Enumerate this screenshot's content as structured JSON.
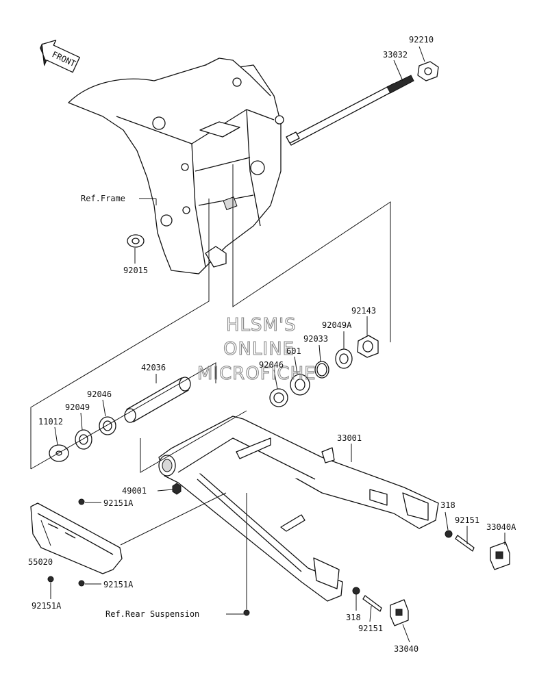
{
  "front_arrow": {
    "text": "FRONT"
  },
  "watermark": {
    "lines": [
      "HLSM'S",
      "ONLINE",
      "MICROFICHE"
    ]
  },
  "refs": {
    "frame": "Ref.Frame",
    "rear_suspension": "Ref.Rear Suspension"
  },
  "parts": {
    "p92210": "92210",
    "p33032": "33032",
    "p92015": "92015",
    "p92143": "92143",
    "p92049A": "92049A",
    "p92033": "92033",
    "p601": "601",
    "p92046_upper": "92046",
    "p42036": "42036",
    "p92046_lower": "92046",
    "p92049": "92049",
    "p11012": "11012",
    "p33001": "33001",
    "p49001": "49001",
    "p92151A_top": "92151A",
    "p55020": "55020",
    "p92151A_mid": "92151A",
    "p92151A_bottom": "92151A",
    "p318_right": "318",
    "p92151_right": "92151",
    "p33040A": "33040A",
    "p318_bottom": "318",
    "p92151_bottom": "92151",
    "p33040": "33040"
  }
}
